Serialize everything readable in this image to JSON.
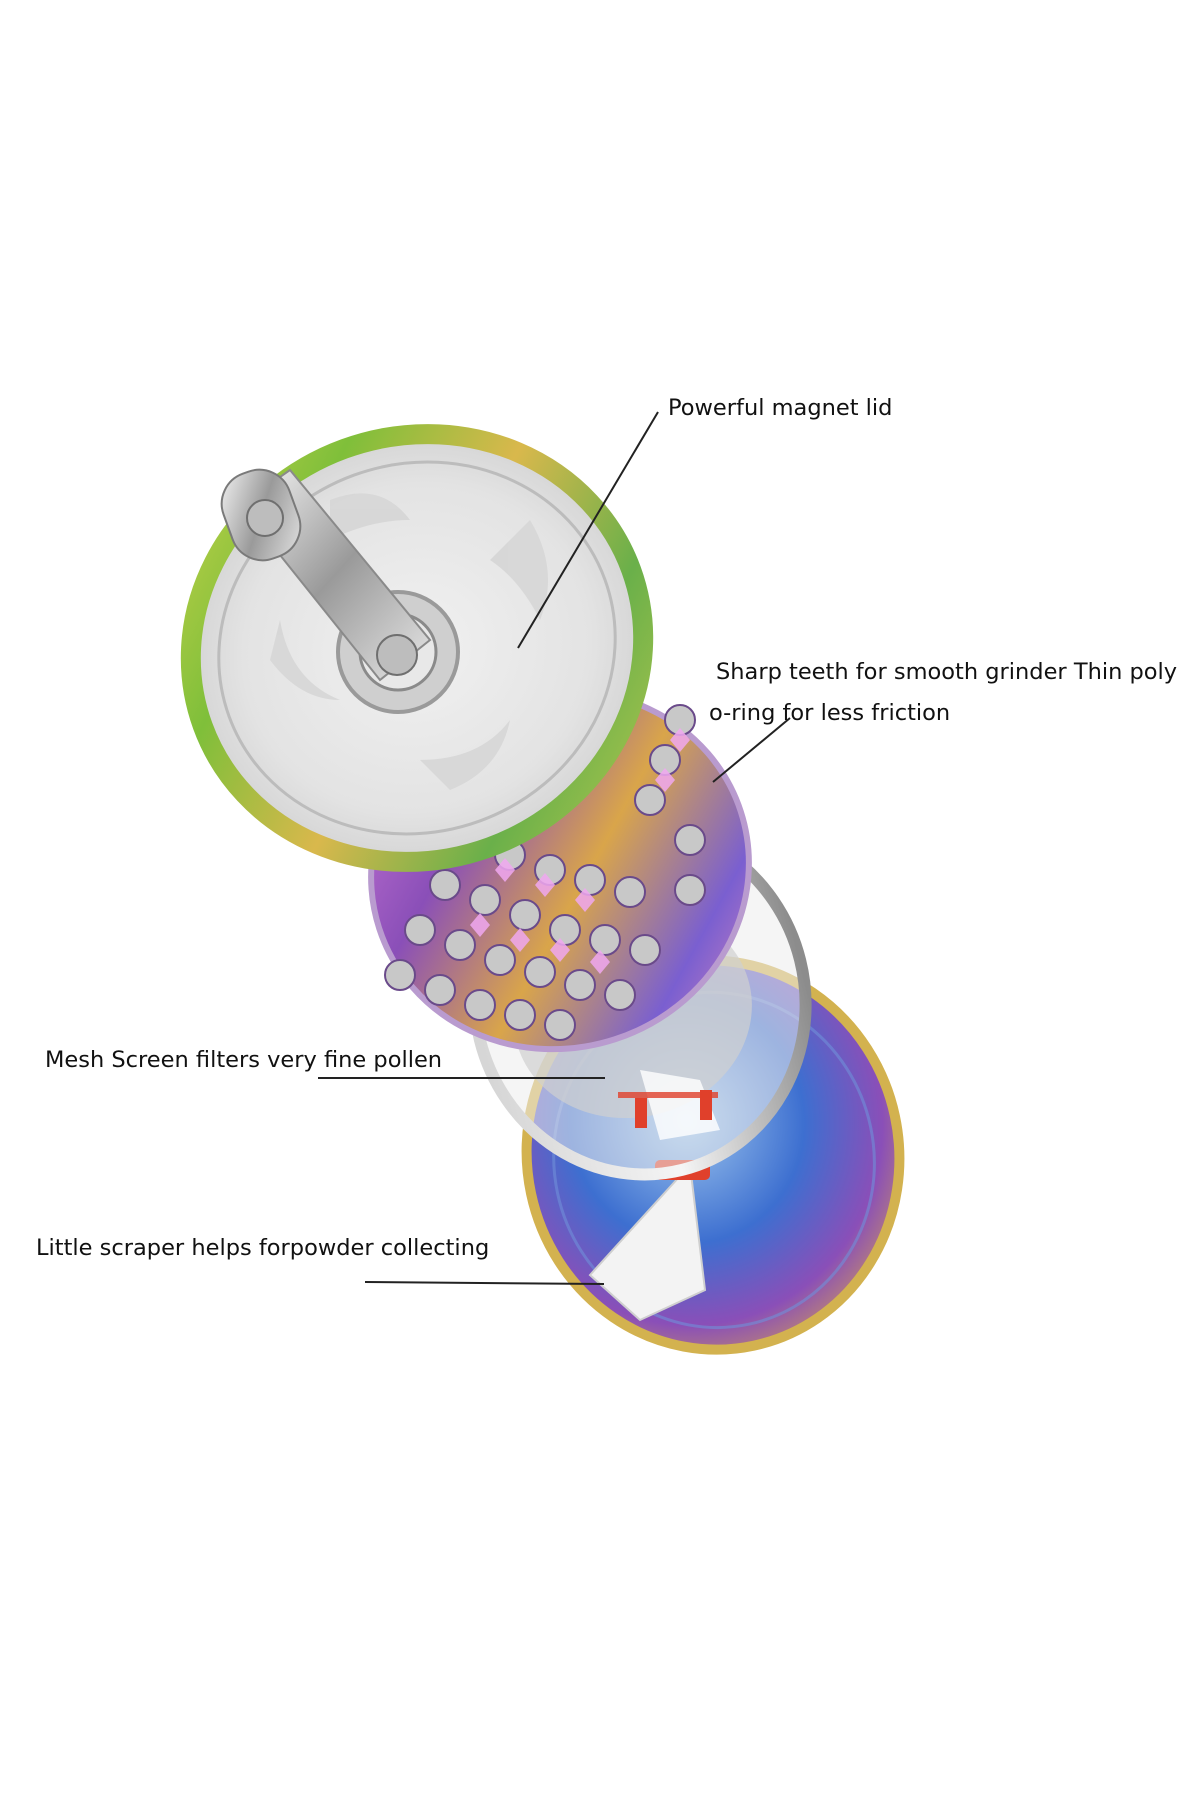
{
  "callouts": {
    "magnet_lid": "Powerful magnet lid",
    "sharp_teeth_line1": "Sharp teeth for smooth grinder Thin poly",
    "sharp_teeth_line2": "o-ring for less friction",
    "mesh_screen": "Mesh Screen filters very fine pollen",
    "scraper": "Little scraper helps forpowder collecting"
  },
  "colors": {
    "background": "#ffffff",
    "label_text": "#111111",
    "leader_line": "#222222",
    "lid_rim_green": "#8dbb3c",
    "lid_rim_gold": "#d6b64a",
    "teeth_plate_purple": "#8a4fb8",
    "teeth_plate_pink": "#e07ad0",
    "bottom_chamber_blue": "#3d6fd0",
    "scraper_red": "#e0402b"
  }
}
